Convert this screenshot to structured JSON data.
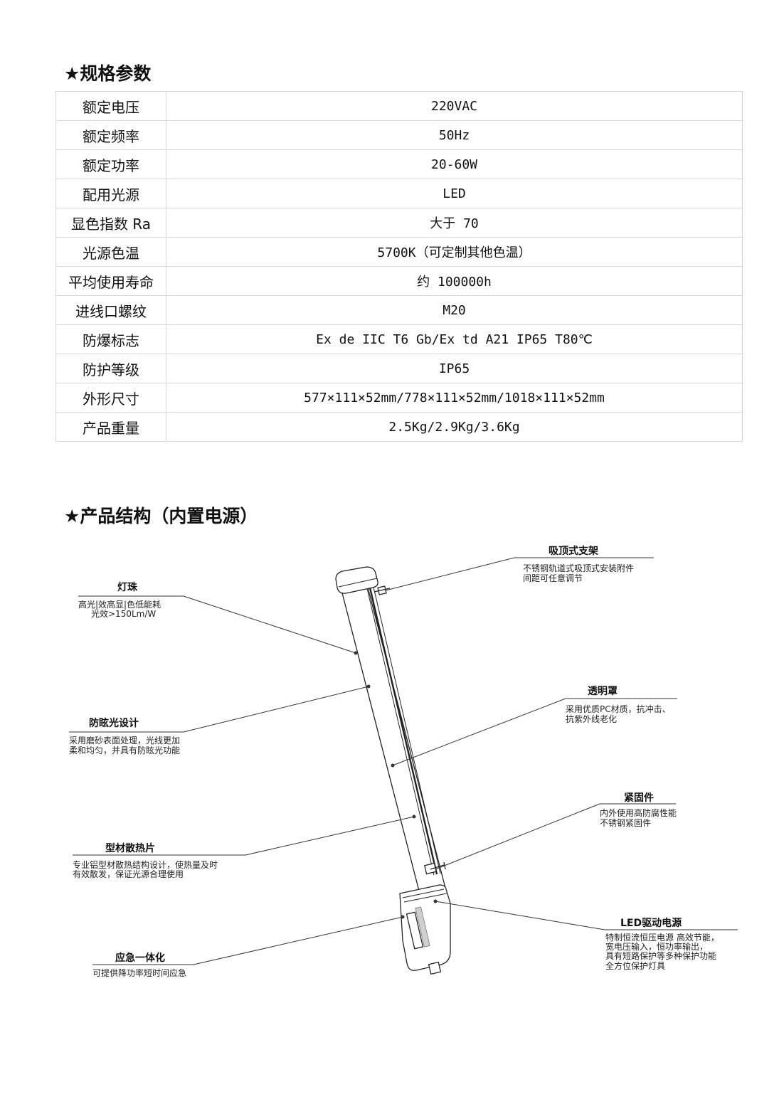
{
  "sections": {
    "specs_title": "★规格参数",
    "structure_title": "★产品结构（内置电源）"
  },
  "specs": [
    {
      "label": "额定电压",
      "value": "220VAC"
    },
    {
      "label": "额定频率",
      "value": "50Hz"
    },
    {
      "label": "额定功率",
      "value": "20-60W"
    },
    {
      "label": "配用光源",
      "value": "LED"
    },
    {
      "label": "显色指数 Ra",
      "value": "大于 70"
    },
    {
      "label": "光源色温",
      "value": "5700K（可定制其他色温）"
    },
    {
      "label": "平均使用寿命",
      "value": "约 100000h"
    },
    {
      "label": "进线口螺纹",
      "value": "M20"
    },
    {
      "label": "防爆标志",
      "value": "Ex de IIC T6 Gb/Ex td A21 IP65 T80℃"
    },
    {
      "label": "防护等级",
      "value": "IP65"
    },
    {
      "label": "外形尺寸",
      "value": "577×111×52mm/778×111×52mm/1018×111×52mm"
    },
    {
      "label": "产品重量",
      "value": "2.5Kg/2.9Kg/3.6Kg"
    }
  ],
  "diagram": {
    "bracket": {
      "title": "吸顶式支架",
      "lines": [
        "不锈钢轨道式吸顶式安装附件",
        "间距可任意调节"
      ]
    },
    "led_beads": {
      "title": "灯珠",
      "lines": [
        "高光|效高显|色低能耗",
        "光效>150Lm/W"
      ]
    },
    "anti_glare": {
      "title": "防眩光设计",
      "lines": [
        "采用磨砂表面处理，光线更加",
        "柔和均匀，并具有防眩光功能"
      ]
    },
    "cover": {
      "title": "透明罩",
      "lines": [
        "采用优质PC材质，抗冲击、",
        "抗紫外线老化"
      ]
    },
    "fastener": {
      "title": "紧固件",
      "lines": [
        "内外使用高防腐性能",
        "不锈钢紧固件"
      ]
    },
    "heatsink": {
      "title": "型材散热片",
      "lines": [
        "专业铝型材散热结构设计，使热量及时",
        "有效散发，保证光源合理使用"
      ]
    },
    "driver": {
      "title": "LED驱动电源",
      "lines": [
        "特制恒流恒压电源 高效节能，",
        "宽电压输入，恒功率输出，",
        "具有短路保护等多种保护功能",
        "全方位保护灯具"
      ]
    },
    "emergency": {
      "title": "应急一体化",
      "lines": [
        "可提供降功率短时间应急"
      ]
    }
  }
}
